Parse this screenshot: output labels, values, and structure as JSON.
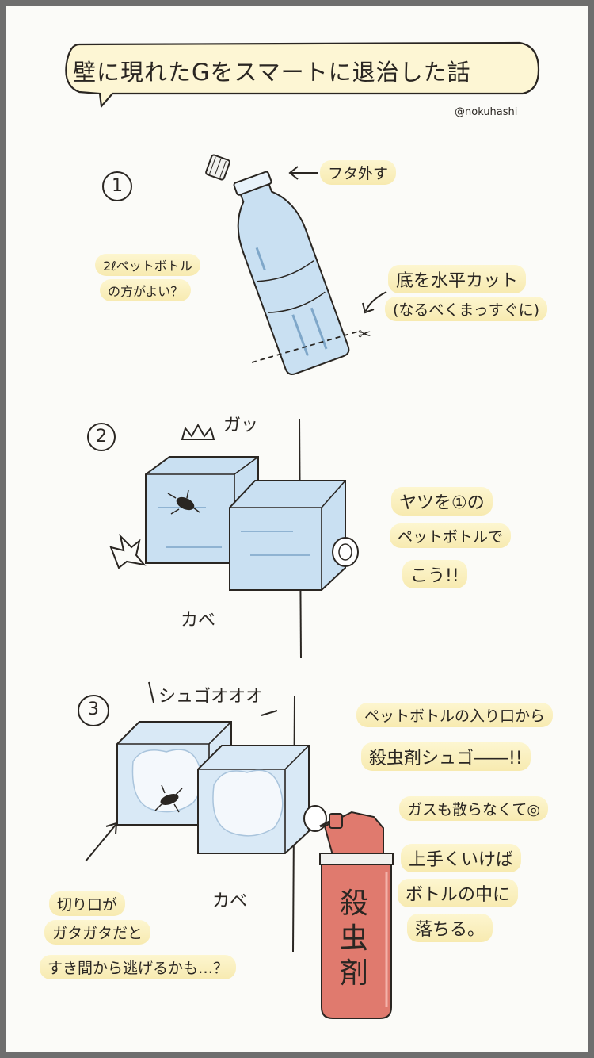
{
  "title": "壁に現れたGをスマートに退治した話",
  "credit": "@nokuhashi",
  "step1": {
    "number": "1",
    "cap_label": "フタ外す",
    "bottle_note_lines": [
      "2ℓペットボトル",
      "の方がよい？"
    ],
    "cut_note_lines": [
      "底を水平カット",
      "(なるべくまっすぐに)"
    ]
  },
  "step2": {
    "number": "2",
    "sound": "ガッ",
    "wall_label": "カベ",
    "note_lines": [
      "ヤツを①の",
      "ペットボトルで",
      "こう!!"
    ]
  },
  "step3": {
    "number": "3",
    "sound": "シュゴオオオ",
    "wall_label": "カベ",
    "spray_label": "殺虫剤",
    "note1_lines": [
      "ペットボトルの入り口から",
      "殺虫剤シュゴ――!!"
    ],
    "note2": "ガスも散らなくて◎",
    "note3_lines": [
      "上手くいけば",
      "ボトルの中に",
      "落ちる。"
    ],
    "warning_lines": [
      "切り口が",
      "ガタガタだと",
      "すき間から逃げるかも…？"
    ]
  },
  "colors": {
    "ink": "#2a2622",
    "highlight": "#f7eab0",
    "bottle_blue": "#c9e0f2",
    "spray_red": "#e07a6e",
    "page_bg": "#fbfbf8",
    "frame": "#6e6e6e"
  }
}
